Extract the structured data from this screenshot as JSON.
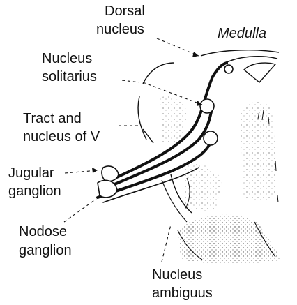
{
  "labels": {
    "dorsal_nucleus": [
      "Dorsal",
      "nucleus"
    ],
    "medulla": "Medulla",
    "nucleus_solitarius": [
      "Nucleus",
      "solitarius"
    ],
    "tract_nucleus_v": [
      "Tract and",
      "nucleus of V"
    ],
    "jugular_ganglion": [
      "Jugular",
      "ganglion"
    ],
    "nodose_ganglion": [
      "Nodose",
      "ganglion"
    ],
    "nucleus_ambiguus": [
      "Nucleus",
      "ambiguus"
    ]
  },
  "colors": {
    "ink": "#111111",
    "background": "#ffffff"
  }
}
